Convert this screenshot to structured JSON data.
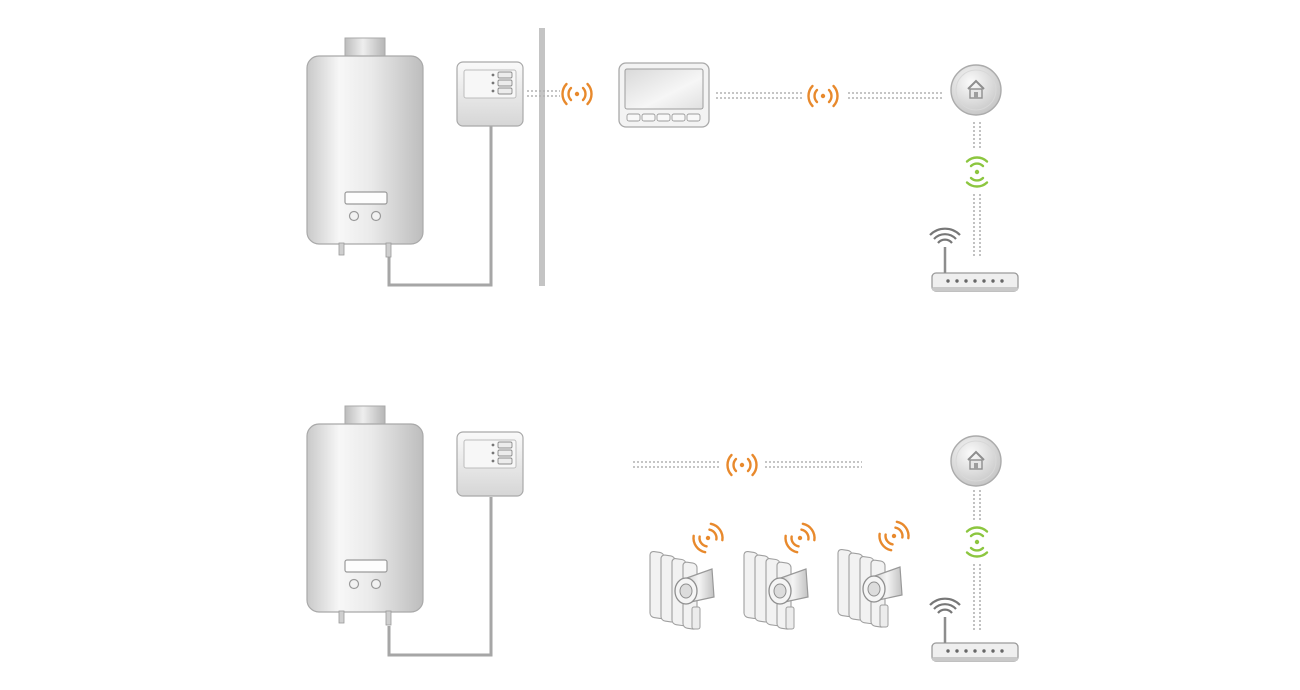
{
  "colors": {
    "background": "#ffffff",
    "device_light": "#f4f4f4",
    "device_dark": "#c7c7c7",
    "outline": "#a9a9a9",
    "cable": "#a6a6a6",
    "dotted_link": "#b2b2b2",
    "wall": "#c4c4c4",
    "signal_orange": "#e8892c",
    "signal_green": "#8cc63f"
  },
  "scenes": [
    {
      "name": "boiler-with-wall-mounted-thermostat",
      "devices": [
        "boiler",
        "boiler-receiver",
        "wall",
        "wireless-thermostat",
        "internet-gateway",
        "wifi-router"
      ],
      "wireless_links": [
        "receiver-to-thermostat",
        "thermostat-to-gateway",
        "gateway-to-router"
      ]
    },
    {
      "name": "boiler-with-radiator-valves",
      "devices": [
        "boiler",
        "boiler-receiver",
        "radiator-valve",
        "radiator-valve",
        "radiator-valve",
        "internet-gateway",
        "wifi-router"
      ],
      "wireless_links": [
        "valves-to-gateway",
        "gateway-to-router"
      ]
    }
  ],
  "icons": [
    "boiler-icon",
    "receiver-icon",
    "thermostat-icon",
    "gateway-home-icon",
    "router-icon",
    "wifi-icon",
    "radiator-icon",
    "radiator-valve-icon",
    "signal-wave-icon"
  ]
}
